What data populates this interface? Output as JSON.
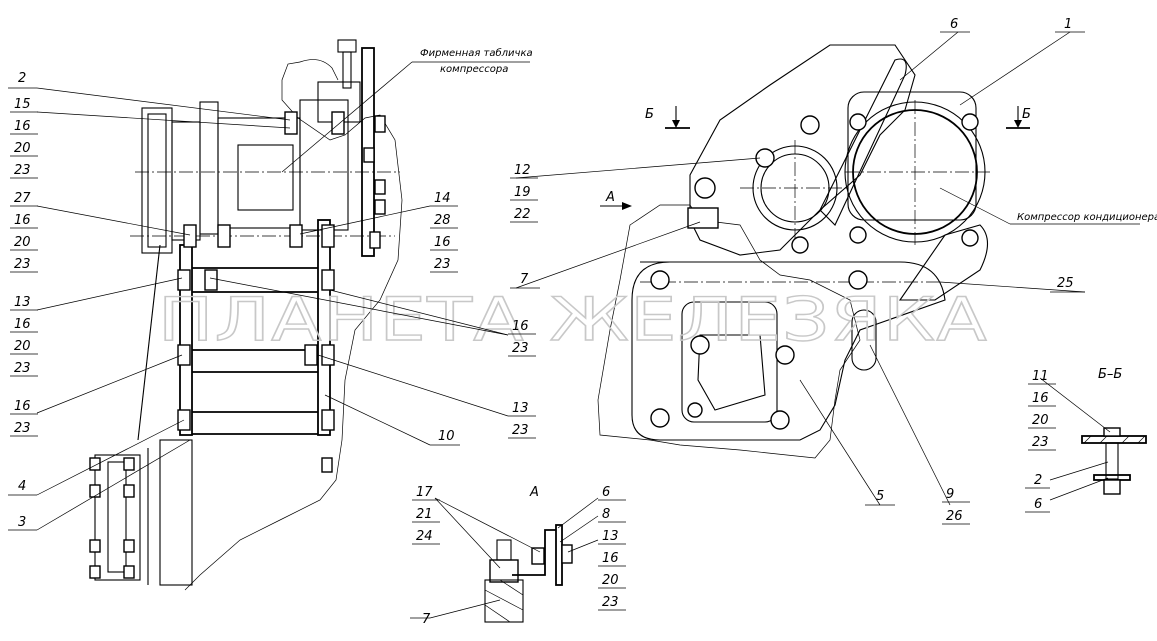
{
  "watermark": "ПЛАНЕТА ЖЕЛЕЗЯКА",
  "notes": {
    "plate_line1": "Фирменная табличка",
    "plate_line2": "компрессора",
    "compressor": "Компрессор кондиционера"
  },
  "view_labels": {
    "a_view": "А",
    "a_arrow": "А",
    "b_left": "Б",
    "b_right": "Б",
    "section_bb": "Б–Б"
  },
  "callouts": {
    "c_2": "2",
    "s1": [
      "15",
      "16",
      "20",
      "23"
    ],
    "s2": [
      "27",
      "16",
      "20",
      "23"
    ],
    "s3": [
      "13",
      "16",
      "20",
      "23"
    ],
    "s4": [
      "16",
      "23"
    ],
    "c_4": "4",
    "c_3": "3",
    "s5": [
      "14",
      "28",
      "16",
      "23"
    ],
    "s6": [
      "16",
      "23"
    ],
    "s7": [
      "13",
      "23"
    ],
    "c_10": "10",
    "s8": [
      "17",
      "21",
      "24"
    ],
    "c_7b": "7",
    "s9": [
      "6",
      "8",
      "13",
      "16",
      "20",
      "23"
    ],
    "c_6": "6",
    "c_1": "1",
    "s10": [
      "12",
      "19",
      "22"
    ],
    "c_7": "7",
    "c_25": "25",
    "c_5": "5",
    "s11": [
      "9",
      "26"
    ],
    "s12": [
      "11",
      "16",
      "20",
      "23"
    ],
    "c_2b": "2",
    "c_6b": "6"
  }
}
